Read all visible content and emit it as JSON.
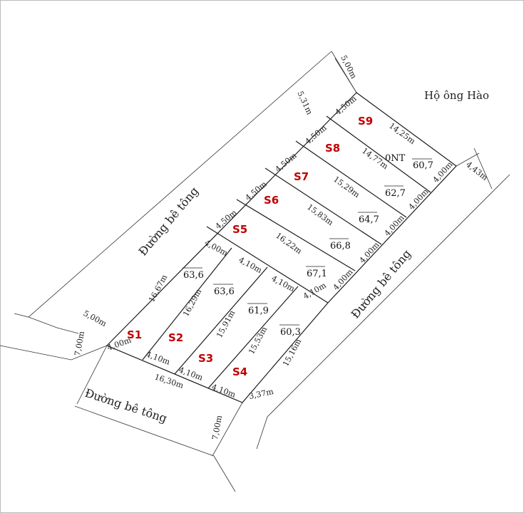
{
  "owner_label": "Hộ ông Hào",
  "roads": {
    "left": "Đường bê tông",
    "right": "Đường bê tông",
    "bottom": "Đường bê tông"
  },
  "land_use_code": "0NT",
  "lots": [
    {
      "name": "S1",
      "area": "63,6"
    },
    {
      "name": "S2",
      "area": "63,6"
    },
    {
      "name": "S3",
      "area": "61,9"
    },
    {
      "name": "S4",
      "area": "60,3"
    },
    {
      "name": "S5",
      "area": "67,1"
    },
    {
      "name": "S6",
      "area": "66,8"
    },
    {
      "name": "S7",
      "area": "64,7"
    },
    {
      "name": "S8",
      "area": "62,7"
    },
    {
      "name": "S9",
      "area": "60,7"
    }
  ],
  "dimensions": {
    "top_road_width": "5,00m",
    "left_road_length": "5,31m",
    "right_road_width": "4,43m",
    "left_road_width_bottom": "5,00m",
    "bottom_road_width_left": "7,00m",
    "bottom_road_width_right": "7,00m",
    "corner_cut": "3,37m",
    "s9_front": "4,50m",
    "s9_back": "4,00m",
    "s9_depth": "14,25m",
    "s8_front": "4,50m",
    "s8_back": "4,00m",
    "s8_depth": "14,77m",
    "s7_front": "4,50m",
    "s7_back": "4,00m",
    "s7_depth": "15,29m",
    "s6_front": "4,50m",
    "s6_back": "4,00m",
    "s6_depth": "15,83m",
    "s5_front": "4,50m",
    "s5_back": "4,00m",
    "s5_depth": "16,22m",
    "s1_top": "4,00m",
    "s1_bottom": "4,00m",
    "s1_depth": "16,67m",
    "s1_side": "16,30m",
    "s2_top": "4,10m",
    "s2_bottom": "4,10m",
    "s2_depth": "16,29m",
    "s3_top": "4,10m",
    "s3_bottom": "4,10m",
    "s3_depth": "15,91m",
    "s4_top": "4,10m",
    "s4_bottom": "4,10m",
    "s4_depth": "15,53m",
    "s4_right": "15,16m"
  }
}
